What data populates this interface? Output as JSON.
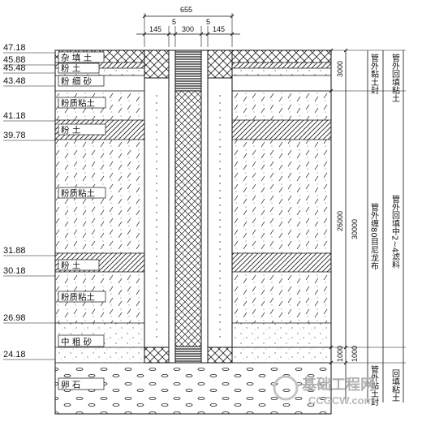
{
  "top_dimensions": {
    "overall": "655",
    "pipe_wall_left": "145",
    "gap_left": "5",
    "pipe_inner": "300",
    "gap_right": "5",
    "pipe_wall_right": "145"
  },
  "layers": [
    {
      "elevation": "47.18",
      "name": "杂 填 土",
      "pattern": "cross"
    },
    {
      "elevation": "45.88",
      "name": "粉    土",
      "pattern": "diag"
    },
    {
      "elevation": "45.48",
      "name": "粉 细 砂",
      "pattern": "sand"
    },
    {
      "elevation": "43.48",
      "name": "粉质粘土",
      "pattern": "dash"
    },
    {
      "elevation": "41.18",
      "name": "粉    土",
      "pattern": "diag"
    },
    {
      "elevation": "39.78",
      "name": "粉质粘土",
      "pattern": "dash"
    },
    {
      "elevation": "31.88",
      "name": "粉    土",
      "pattern": "diag"
    },
    {
      "elevation": "30.18",
      "name": "粉质粘土",
      "pattern": "dash"
    },
    {
      "elevation": "26.98",
      "name": "",
      "pattern": "sand"
    },
    {
      "elevation": "24.18",
      "name": "中 粗 砂",
      "pattern": "sand"
    },
    {
      "elevation": "",
      "name": "卵    石",
      "pattern": "pebble"
    }
  ],
  "right_dimensions": {
    "d3000": "3000",
    "d26000": "26000",
    "d30000": "30000",
    "d1000a": "1000",
    "d1000b": "1000"
  },
  "annotations": {
    "outer_clay_seal": "管外黏土封",
    "outer_backfill_clay": "管外回填粘土",
    "outer_nylon": "管外缠80目尼龙布",
    "outer_gravel": "管外回填中2~4滤料",
    "outer_seal_bottom": "管外黏土封",
    "backfill_bottom": "回填粘土"
  },
  "watermark": {
    "text": "基础工程网",
    "url": "CCGCW.com"
  }
}
